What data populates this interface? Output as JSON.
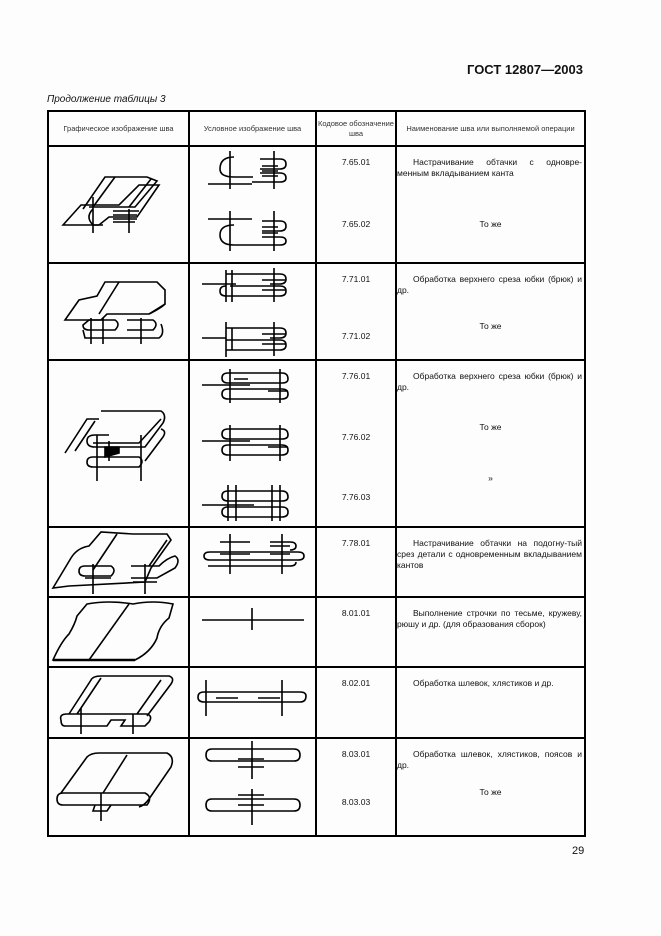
{
  "header": {
    "standard": "ГОСТ 12807—2003"
  },
  "caption": "Продолжение таблицы 3",
  "table": {
    "columns": [
      "Графическое изображение шва",
      "Условное изображение шва",
      "Кодовое обозначение шва",
      "Наименование шва или выполняемой операции"
    ],
    "rows": [
      {
        "codes": [
          "7.65.01",
          "7.65.02"
        ],
        "names": [
          "Настрачивание обтачки с одновре-менным вкладыванием канта",
          "То же"
        ]
      },
      {
        "codes": [
          "7.71.01",
          "7.71.02"
        ],
        "names": [
          "Обработка верхнего среза юбки (брюк) и др.",
          "То же"
        ]
      },
      {
        "codes": [
          "7.76.01",
          "7.76.02",
          "7.76.03"
        ],
        "names": [
          "Обработка верхнего среза юбки (брюк) и др.",
          "То же",
          "»"
        ]
      },
      {
        "codes": [
          "7.78.01"
        ],
        "names": [
          "Настрачивание обтачки на подогну-тый срез детали с одновременным вкладыванием кантов"
        ]
      },
      {
        "codes": [
          "8.01.01"
        ],
        "names": [
          "Выполнение строчки по тесьме, кружеву, рюшу и др. (для образования сборок)"
        ]
      },
      {
        "codes": [
          "8.02.01"
        ],
        "names": [
          "Обработка шлевок, хлястиков и др."
        ]
      },
      {
        "codes": [
          "8.03.01",
          "8.03.03"
        ],
        "names": [
          "Обработка шлевок, хлястиков, поясов и др.",
          "То же"
        ]
      }
    ]
  },
  "footer": {
    "page_number": "29"
  }
}
